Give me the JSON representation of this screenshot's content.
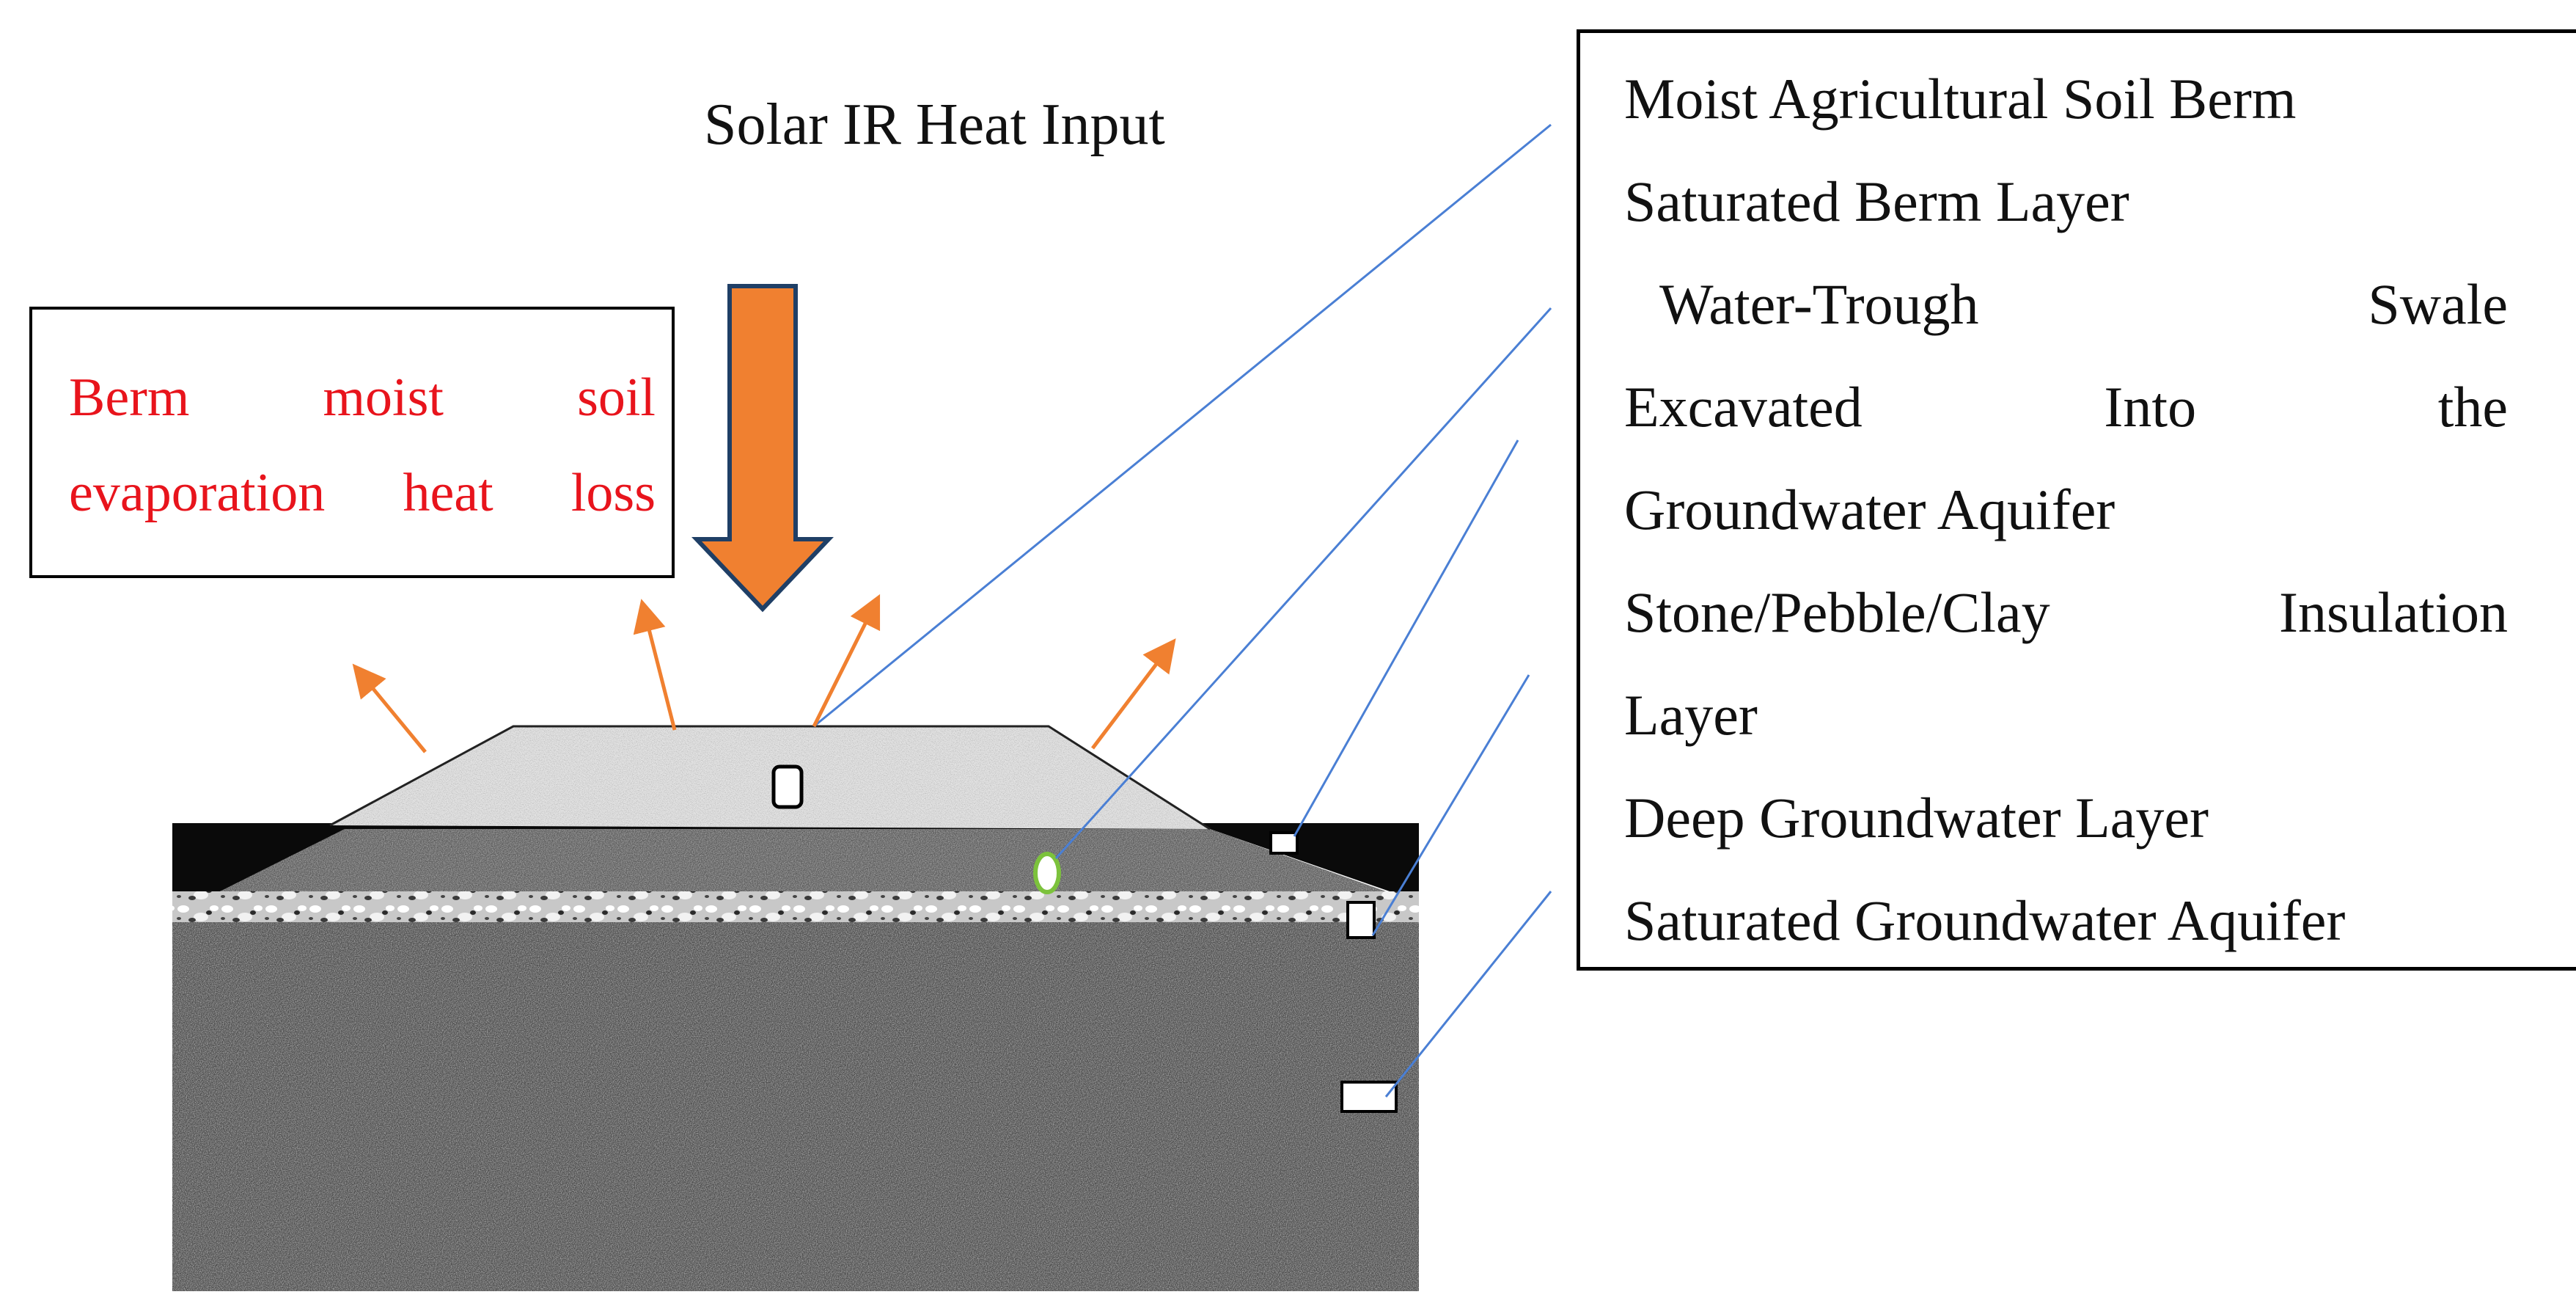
{
  "solar_label": "Solar IR Heat Input",
  "evaporation_label": {
    "line1": "Berm moist soil",
    "line2": "evaporation heat loss"
  },
  "legend": {
    "lines": [
      "Moist Agricultural Soil Berm",
      "Saturated Berm Layer",
      "Water-Trough Swale",
      "Excavated Into the",
      "Groundwater Aquifer",
      "Stone/Pebble/Clay Insulation",
      "Layer",
      "Deep Groundwater Layer",
      "Saturated Groundwater Aquifer"
    ]
  },
  "colors": {
    "solar_arrow": "#f08030",
    "solar_arrow_outline": "#1f3f66",
    "evaporation_arrows": "#f08030",
    "evaporation_text": "#e8141c",
    "leader_lines": "#4a7fd4",
    "marker_outline_green": "#7cc23c"
  }
}
